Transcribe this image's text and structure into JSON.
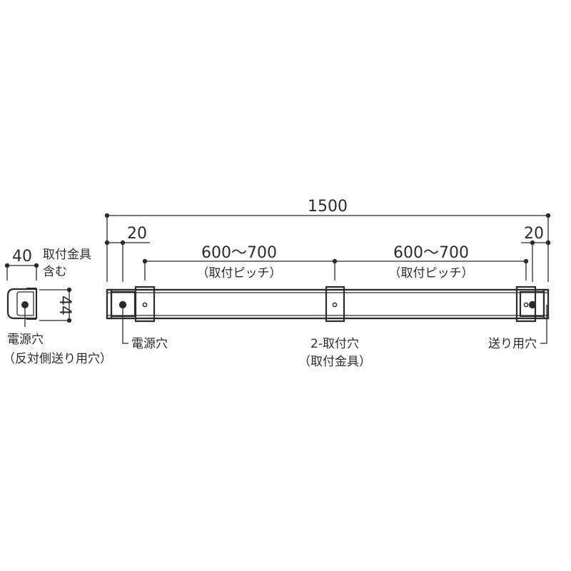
{
  "drawing": {
    "units": "mm",
    "overall_length": {
      "value": "1500"
    },
    "end_offset_left": {
      "value": "20"
    },
    "end_offset_right": {
      "value": "20"
    },
    "pitch_left": {
      "value": "600～700",
      "note": "（取付ピッチ）"
    },
    "pitch_right": {
      "value": "600～700",
      "note": "（取付ピッチ）"
    },
    "section": {
      "width": "40",
      "width_note_line1": "取付金具",
      "width_note_line2": "含む",
      "height": "44"
    },
    "callouts": {
      "section_hole_line1": "電源穴",
      "section_hole_line2": "（反対側送り用穴）",
      "power_hole": "電源穴",
      "mount_hole_line1": "2-取付穴",
      "mount_hole_line2": "（取付金具）",
      "feed_hole": "送り用穴"
    }
  }
}
